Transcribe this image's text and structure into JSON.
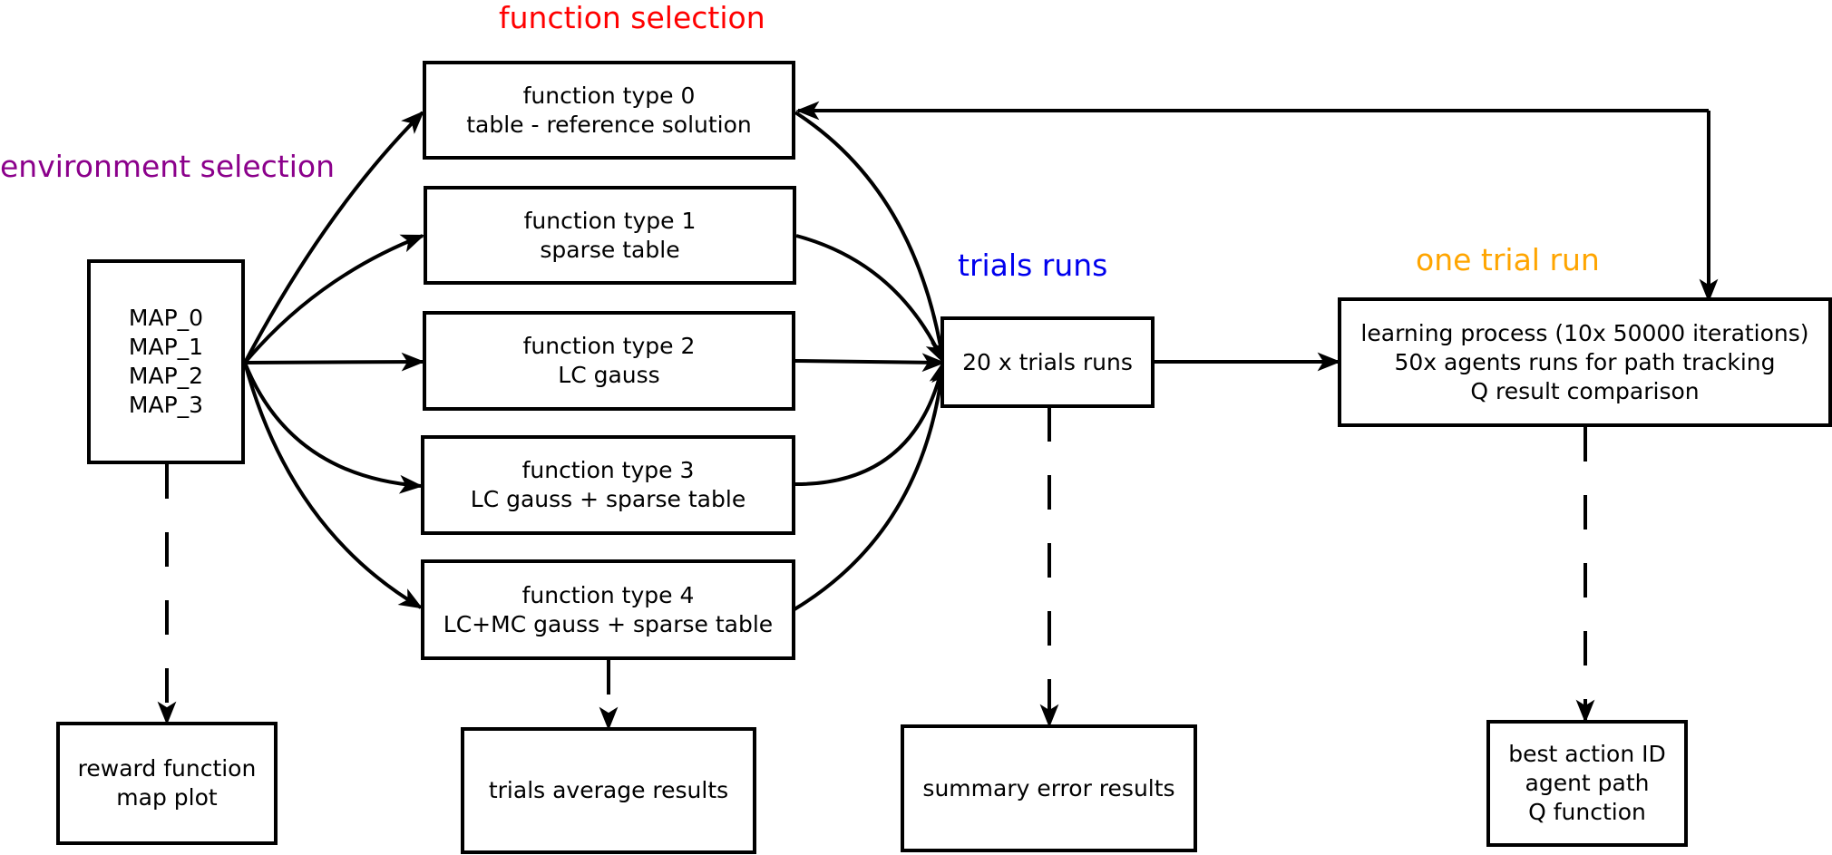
{
  "section_labels": {
    "environment": {
      "text": "environment selection",
      "color": "#8b008b"
    },
    "function": {
      "text": "function selection",
      "color": "#ff0000"
    },
    "trials": {
      "text": "trials runs",
      "color": "#0000ee"
    },
    "one_trial": {
      "text": "one trial run",
      "color": "#ffa500"
    }
  },
  "maps": {
    "lines": [
      "MAP_0",
      "MAP_1",
      "MAP_2",
      "MAP_3"
    ]
  },
  "functions": [
    {
      "lines": [
        "function type 0",
        "table - reference solution"
      ]
    },
    {
      "lines": [
        "function type 1",
        "sparse table"
      ]
    },
    {
      "lines": [
        "function type 2",
        "LC gauss"
      ]
    },
    {
      "lines": [
        "function type 3",
        "LC gauss + sparse table"
      ]
    },
    {
      "lines": [
        "function type 4",
        "LC+MC gauss + sparse table"
      ]
    }
  ],
  "trials_box": {
    "text": "20 x trials runs"
  },
  "learning_box": {
    "lines": [
      "learning process (10x 50000 iterations)",
      "50x agents runs for path tracking",
      "Q result comparison"
    ]
  },
  "outputs": {
    "reward": {
      "lines": [
        "reward function",
        "map plot"
      ]
    },
    "average": {
      "text": "trials average results"
    },
    "summary": {
      "text": "summary error results"
    },
    "best": {
      "lines": [
        "best action ID",
        "agent path",
        "Q function"
      ]
    }
  }
}
